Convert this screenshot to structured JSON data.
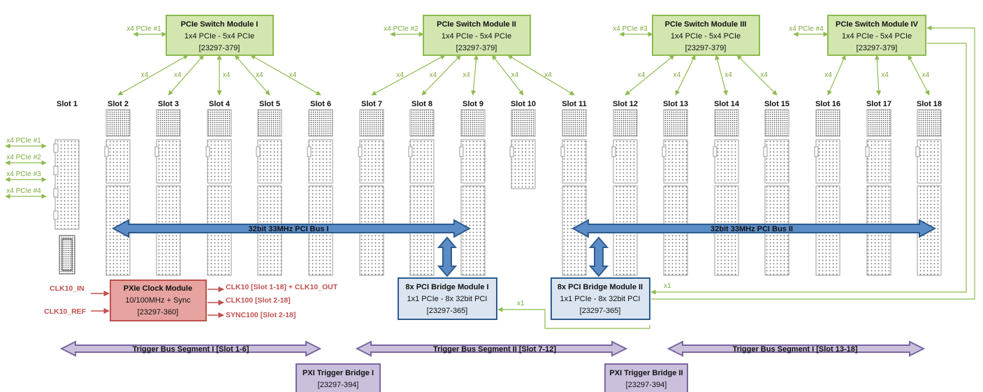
{
  "colors": {
    "green_fill": "#d3e6b0",
    "green_stroke": "#8dbb4f",
    "green_text": "#7aa83a",
    "red_fill": "#e6a3a0",
    "red_stroke": "#c0504d",
    "red_text": "#c0504d",
    "blue_fill": "#dbe5f1",
    "blue_stroke": "#2e5b8f",
    "blue_arrow": "#5b8cc5",
    "purple_fill": "#cbc0dc",
    "purple_stroke": "#7a66a0",
    "slot_stroke": "#9a9a9a"
  },
  "slots": [
    "Slot 1",
    "Slot 2",
    "Slot 3",
    "Slot 4",
    "Slot 5",
    "Slot 6",
    "Slot 7",
    "Slot 8",
    "Slot 9",
    "Slot 10",
    "Slot 11",
    "Slot 12",
    "Slot 13",
    "Slot 14",
    "Slot 15",
    "Slot 16",
    "Slot 17",
    "Slot 18"
  ],
  "switch_modules": [
    {
      "title": "PCIe Switch Module I",
      "line2": "1x4 PCIe - 5x4 PCIe",
      "part": "[23297-379]",
      "link_label": "x4 PCIe #1"
    },
    {
      "title": "PCIe Switch Module II",
      "line2": "1x4 PCIe - 5x4 PCIe",
      "part": "[23297-379]",
      "link_label": "x4 PCIe #2"
    },
    {
      "title": "PCIe Switch Module III",
      "line2": "1x4 PCIe - 5x4 PCIe",
      "part": "[23297-379]",
      "link_label": "x4 PCIe #3"
    },
    {
      "title": "PCIe Switch Module IV",
      "line2": "1x4 PCIe - 5x4 PCIe",
      "part": "[23297-379]",
      "link_label": "x4 PCIe #4"
    }
  ],
  "x4_label": "x4",
  "x1_label": "x1",
  "slot1_links": [
    "x4 PCIe #1",
    "x4 PCIe #2",
    "x4 PCIe #3",
    "x4 PCIe #4"
  ],
  "pci_buses": [
    "32bit 33MHz PCI Bus I",
    "32bit 33MHz PCI Bus II"
  ],
  "clock_module": {
    "title": "PXIe Clock Module",
    "line2": "10/100MHz + Sync",
    "part": "[23297-360]",
    "inputs": [
      "CLK10_IN",
      "CLK10_REF"
    ],
    "outputs": [
      "CLK10 [Slot 1-18] + CLK10_OUT",
      "CLK100 [Slot 2-18]",
      "SYNC100 [Slot 2-18]"
    ]
  },
  "bridge_modules": [
    {
      "title": "8x PCI Bridge Module I",
      "line2": "1x1 PCIe - 8x 32bit PCI",
      "part": "[23297-365]"
    },
    {
      "title": "8x PCI Bridge Module II",
      "line2": "1x1 PCIe - 8x 32bit PCI",
      "part": "[23297-365]"
    }
  ],
  "trigger_segments": [
    "Trigger Bus Segment I [Slot 1-6]",
    "Trigger Bus Segment II [Slot 7-12]",
    "Trigger Bus Segment I [Slot 13-18]"
  ],
  "trigger_bridges": [
    {
      "title": "PXI Trigger Bridge I",
      "part": "[23297-394]"
    },
    {
      "title": "PXI Trigger Bridge II",
      "part": "[23297-394]"
    }
  ]
}
